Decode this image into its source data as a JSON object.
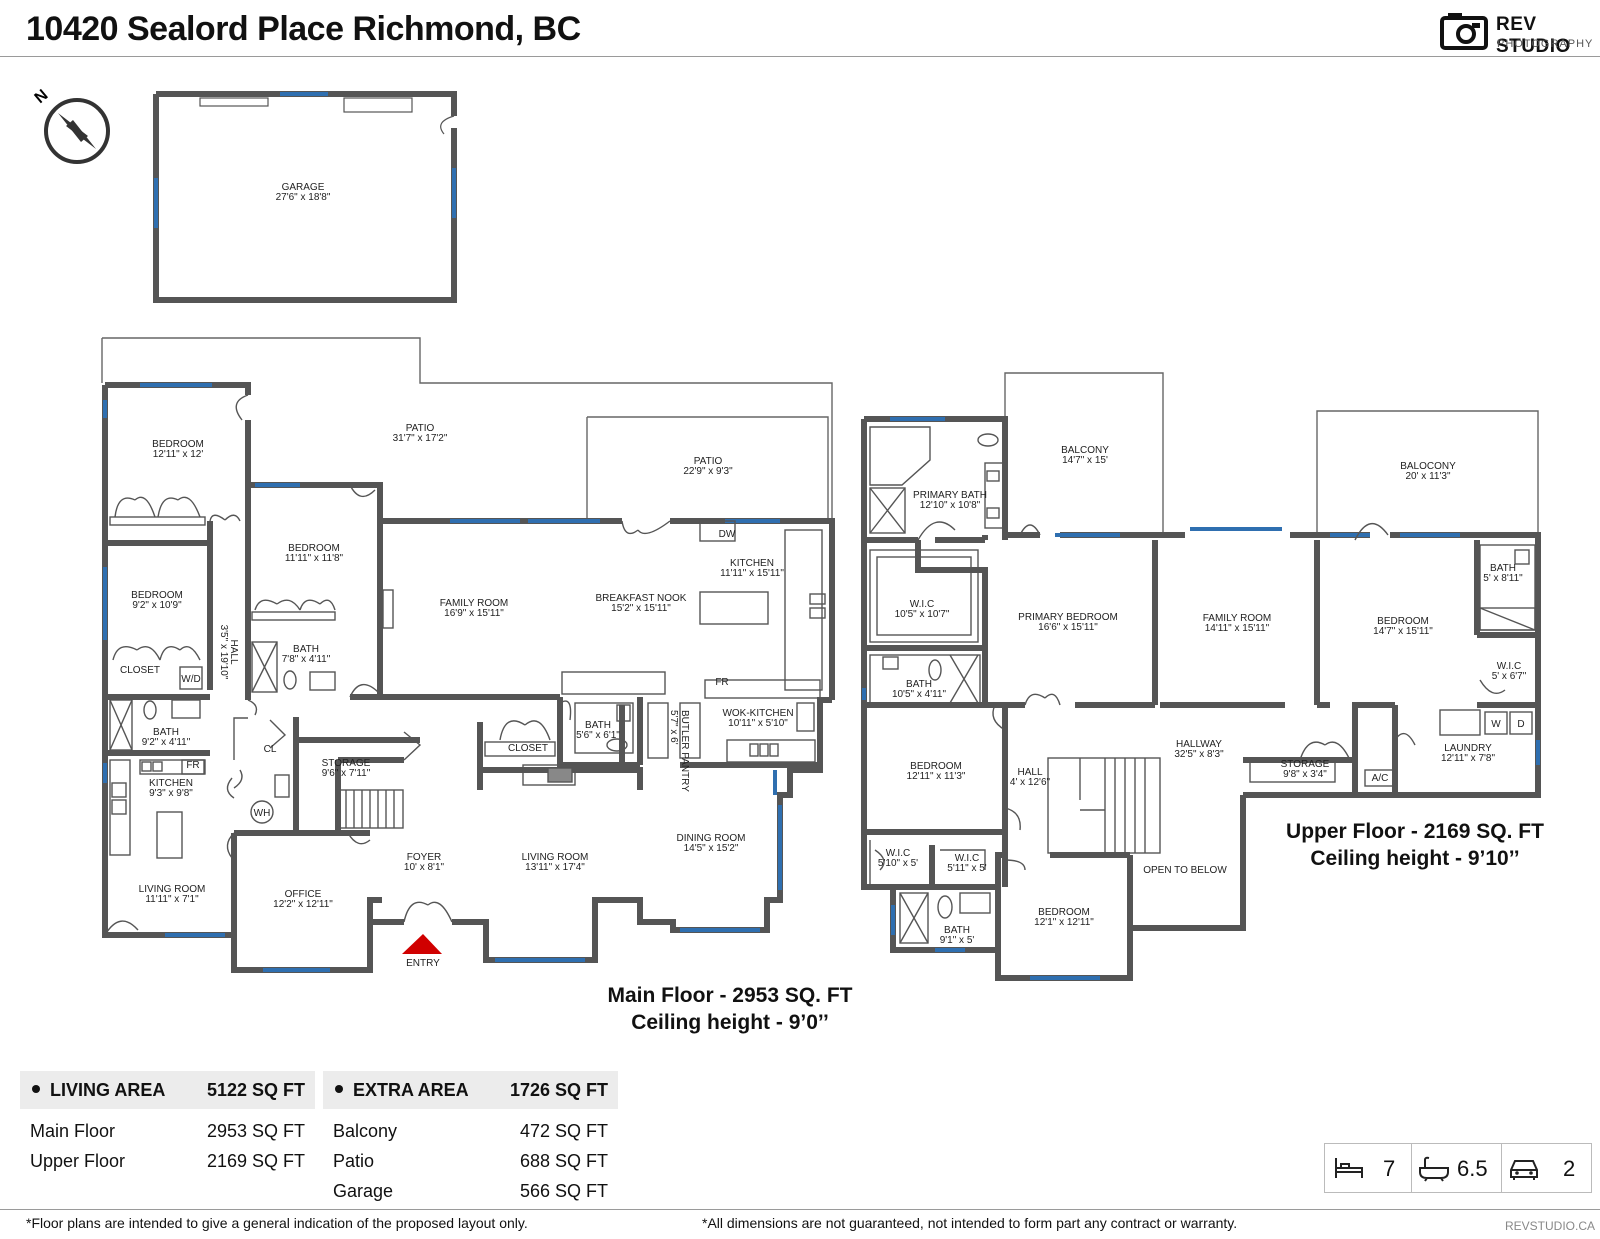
{
  "header": {
    "title": "10420 Sealord Place Richmond, BC",
    "logo_line1": "REV STUDIO",
    "logo_line2": "PHOTOGRAPHY"
  },
  "compass": {
    "label": "N"
  },
  "rooms": {
    "garage": {
      "name": "GARAGE",
      "dim": "27'6\" x 18'8\""
    },
    "patio_main": {
      "name": "PATIO",
      "dim": "31'7\" x 17'2\""
    },
    "patio_small": {
      "name": "PATIO",
      "dim": "22'9\" x 9'3\""
    },
    "bedroom_a": {
      "name": "BEDROOM",
      "dim": "12'11\" x 12'"
    },
    "bedroom_b": {
      "name": "BEDROOM",
      "dim": "9'2\" x 10'9\""
    },
    "bedroom_c": {
      "name": "BEDROOM",
      "dim": "11'11\" x 11'8\""
    },
    "hall_main": {
      "name": "HALL",
      "dim": "3'5\" x 19'10\""
    },
    "closet_a": {
      "name": "CLOSET"
    },
    "wd_main": {
      "name": "W/D"
    },
    "bath_main_a": {
      "name": "BATH",
      "dim": "7'8\" x 4'11\""
    },
    "bath_main_b": {
      "name": "BATH",
      "dim": "9'2\" x 4'11\""
    },
    "fr_a": {
      "name": "FR"
    },
    "kitchen_b": {
      "name": "KITCHEN",
      "dim": "9'3\" x 9'8\""
    },
    "living_a": {
      "name": "LIVING ROOM",
      "dim": "11'11\" x 7'1\""
    },
    "cl": {
      "name": "CL"
    },
    "wh": {
      "name": "WH"
    },
    "storage_main": {
      "name": "STORAGE",
      "dim": "9'6\" x 7'11\""
    },
    "office": {
      "name": "OFFICE",
      "dim": "12'2\" x 12'11\""
    },
    "foyer": {
      "name": "FOYER",
      "dim": "10' x 8'1\""
    },
    "entry": {
      "name": "ENTRY"
    },
    "family_main": {
      "name": "FAMILY ROOM",
      "dim": "16'9\" x 15'11\""
    },
    "breakfast": {
      "name": "BREAKFAST NOOK",
      "dim": "15'2\" x 15'11\""
    },
    "kitchen_main": {
      "name": "KITCHEN",
      "dim": "11'11\" x 15'11\""
    },
    "dw": {
      "name": "DW"
    },
    "fr_b": {
      "name": "FR"
    },
    "wok": {
      "name": "WOK-KITCHEN",
      "dim": "10'11\" x 5'10\""
    },
    "butler": {
      "name": "BUTLER PANTRY",
      "dim": "5'7\" x 6'"
    },
    "bath_main_c": {
      "name": "BATH",
      "dim": "5'6\" x 6'1\""
    },
    "closet_b": {
      "name": "CLOSET"
    },
    "living_main": {
      "name": "LIVING ROOM",
      "dim": "13'11\" x 17'4\""
    },
    "dining": {
      "name": "DINING ROOM",
      "dim": "14'5\" x 15'2\""
    },
    "primary_bath": {
      "name": "PRIMARY BATH",
      "dim": "12'10\" x 10'8\""
    },
    "balcony_a": {
      "name": "BALCONY",
      "dim": "14'7\" x 15'"
    },
    "balcony_b": {
      "name": "BALOCONY",
      "dim": "20' x 11'3\""
    },
    "wic_a": {
      "name": "W.I.C",
      "dim": "10'5\" x 10'7\""
    },
    "primary_bed": {
      "name": "PRIMARY BEDROOM",
      "dim": "16'6\" x 15'11\""
    },
    "family_up": {
      "name": "FAMILY ROOM",
      "dim": "14'11\" x 15'11\""
    },
    "bedroom_up_a": {
      "name": "BEDROOM",
      "dim": "14'7\" x 15'11\""
    },
    "bath_up_a": {
      "name": "BATH",
      "dim": "5' x 8'11\""
    },
    "wic_b": {
      "name": "W.I.C",
      "dim": "5' x 6'7\""
    },
    "bath_up_b": {
      "name": "BATH",
      "dim": "10'5\" x 4'11\""
    },
    "bedroom_up_b": {
      "name": "BEDROOM",
      "dim": "12'11\" x 11'3\""
    },
    "hall_up": {
      "name": "HALL",
      "dim": "4' x 12'6\""
    },
    "hallway": {
      "name": "HALLWAY",
      "dim": "32'5\" x 8'3\""
    },
    "storage_up": {
      "name": "STORAGE",
      "dim": "9'8\" x 3'4\""
    },
    "laundry": {
      "name": "LAUNDRY",
      "dim": "12'11\" x 7'8\""
    },
    "ac": {
      "name": "A/C"
    },
    "w": {
      "name": "W"
    },
    "d": {
      "name": "D"
    },
    "wic_c": {
      "name": "W.I.C",
      "dim": "5'10\" x 5'"
    },
    "wic_d": {
      "name": "W.I.C",
      "dim": "5'11\" x 5'"
    },
    "bath_up_c": {
      "name": "BATH",
      "dim": "9'1\" x 5'"
    },
    "bedroom_up_c": {
      "name": "BEDROOM",
      "dim": "12'1\" x 12'11\""
    },
    "open_below": {
      "name": "OPEN TO BELOW"
    }
  },
  "main_floor_label": {
    "line1": "Main Floor - 2953 SQ. FT",
    "line2": "Ceiling height - 9’0’’"
  },
  "upper_floor_label": {
    "line1": "Upper Floor - 2169 SQ. FT",
    "line2": "Ceiling height - 9’10’’"
  },
  "living_area": {
    "title": "LIVING AREA",
    "total": "5122 SQ FT",
    "rows": [
      {
        "name": "Main Floor",
        "value": "2953 SQ FT"
      },
      {
        "name": "Upper Floor",
        "value": "2169 SQ FT"
      }
    ]
  },
  "extra_area": {
    "title": "EXTRA AREA",
    "total": "1726 SQ FT",
    "rows": [
      {
        "name": "Balcony",
        "value": "472 SQ FT"
      },
      {
        "name": "Patio",
        "value": "688 SQ FT"
      },
      {
        "name": "Garage",
        "value": "566 SQ FT"
      }
    ]
  },
  "stats": {
    "beds": "7",
    "baths": "6.5",
    "garage": "2"
  },
  "icons": {
    "beds": "bed-icon",
    "baths": "bathtub-icon",
    "garage": "car-icon",
    "logo": "camera-icon"
  },
  "colors": {
    "wall": "#555555",
    "window": "#2f6fb0",
    "entry_marker": "#d00000"
  },
  "footer": {
    "left": "*Floor plans are intended to give a general indication of the proposed layout only.",
    "right": "*All dimensions are not guaranteed, not intended to form part any contract or warranty.",
    "site": "REVSTUDIO.CA"
  }
}
